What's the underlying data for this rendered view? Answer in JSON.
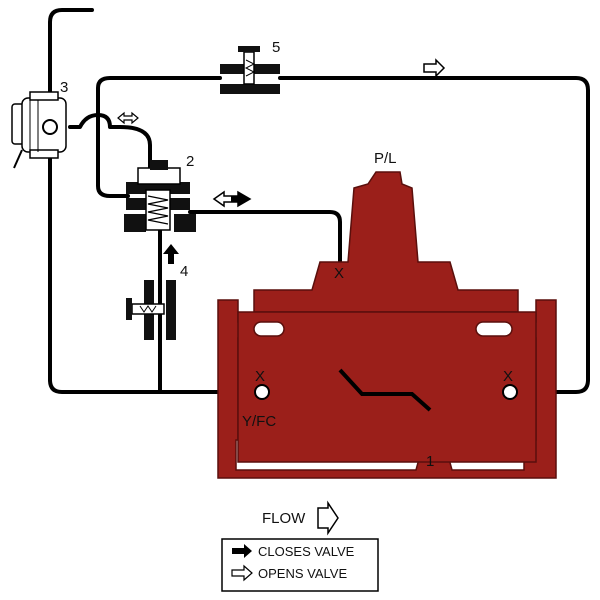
{
  "components": {
    "main_valve": "1",
    "pilot": "2",
    "strainer": "3",
    "closing_speed_control": "4",
    "opening_speed_control": "5"
  },
  "labels": {
    "pl": "P/L",
    "y_fc": "Y/FC",
    "x_left": "X",
    "x_top": "X",
    "x_right": "X",
    "flow": "FLOW"
  },
  "legend": {
    "closes": "CLOSES VALVE",
    "opens": "OPENS VALVE"
  },
  "colors": {
    "valve_body": "#9b1f1a",
    "tubing": "#000000"
  }
}
